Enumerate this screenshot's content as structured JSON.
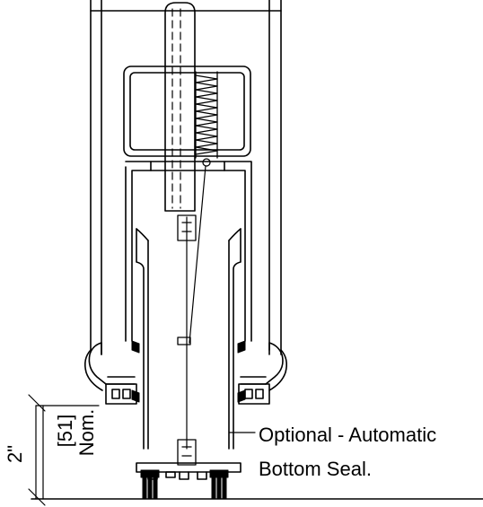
{
  "drawing": {
    "callout": {
      "line1": "Optional - Automatic",
      "line2": "Bottom Seal."
    },
    "dimension": {
      "imperial": "2\"",
      "metric": "[51]",
      "qualifier": "Nom."
    }
  },
  "colors": {
    "ink": "#000000",
    "background": "#ffffff"
  }
}
